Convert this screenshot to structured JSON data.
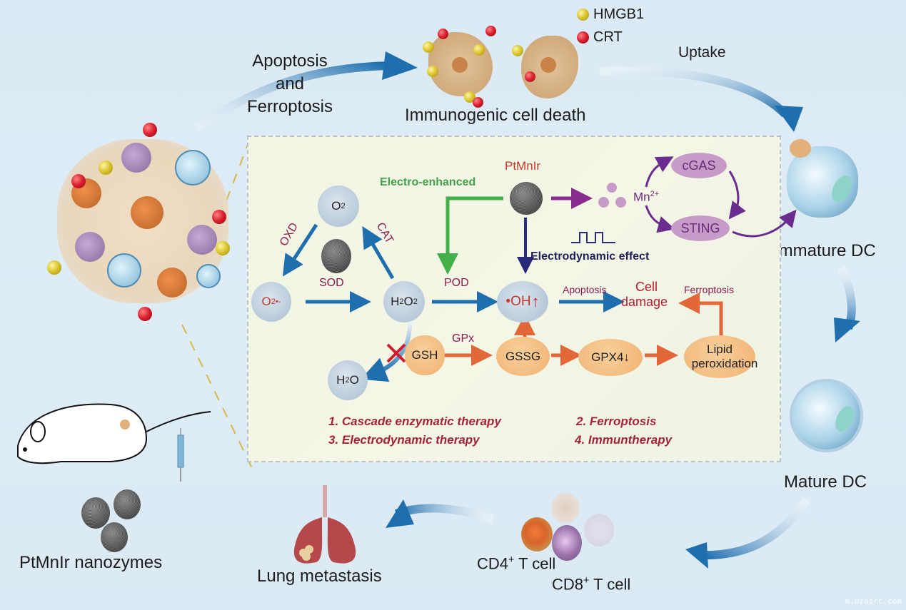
{
  "legend": {
    "items": [
      {
        "label": "HMGB1",
        "color": "#d8c22a",
        "icon": "yellow-bead-icon"
      },
      {
        "label": "CRT",
        "color": "#d81c2c",
        "icon": "red-bead-icon"
      }
    ]
  },
  "outer_cycle": {
    "apoptosis_line1": "Apoptosis",
    "apoptosis_line2": "and",
    "apoptosis_line3": "Ferroptosis",
    "icd": "Immunogenic cell death",
    "uptake": "Uptake",
    "immature_dc": "Immature DC",
    "mature_dc": "Mature DC",
    "cd4": {
      "base": "CD4",
      "sup": "+",
      "rest": " T cell"
    },
    "cd8": {
      "base": "CD8",
      "sup": "+",
      "rest": " T cell"
    },
    "lung": "Lung metastasis",
    "nanozymes": "PtMnIr nanozymes"
  },
  "mechanism": {
    "o2": {
      "base": "O",
      "sub": "2"
    },
    "superoxide": {
      "base": "O",
      "sub": "2",
      "sup": "•-"
    },
    "h2o2": {
      "a": "H",
      "s1": "2",
      "b": "O",
      "s2": "2"
    },
    "h2o": {
      "a": "H",
      "s1": "2",
      "b": "O"
    },
    "oh": "•OH",
    "enzymes": {
      "oxd": "OXD",
      "cat": "CAT",
      "sod": "SOD",
      "pod": "POD",
      "gpx": "GPx"
    },
    "ptmnir": "PtMnIr",
    "electro_enhanced": "Electro-enhanced",
    "electrodynamic": "Electrodynamic effect",
    "mn": {
      "base": "Mn",
      "sup": "2+"
    },
    "cgas": "cGAS",
    "sting": "STING",
    "gsh": "GSH",
    "gssg": "GSSG",
    "gpx4": "GPX4↓",
    "lipid_line1": "Lipid",
    "lipid_line2": "peroxidation",
    "apoptosis": "Apoptosis",
    "ferroptosis": "Ferroptosis",
    "cell_damage_line1": "Cell",
    "cell_damage_line2": "damage",
    "therapies": [
      "1. Cascade enzymatic therapy",
      "2. Ferroptosis",
      "3. Electrodynamic therapy",
      "4. Immuntherapy"
    ]
  },
  "colors": {
    "blue_arrow": "#1f6fae",
    "green_arrow": "#44b04a",
    "navy_arrow": "#2b2a7a",
    "purple_arrow": "#8a2c8e",
    "orange_arrow": "#e2683a",
    "enzyme_text": "#8b1a4f",
    "therapy_text": "#a3233a"
  },
  "watermark": "m.uzairc.com"
}
